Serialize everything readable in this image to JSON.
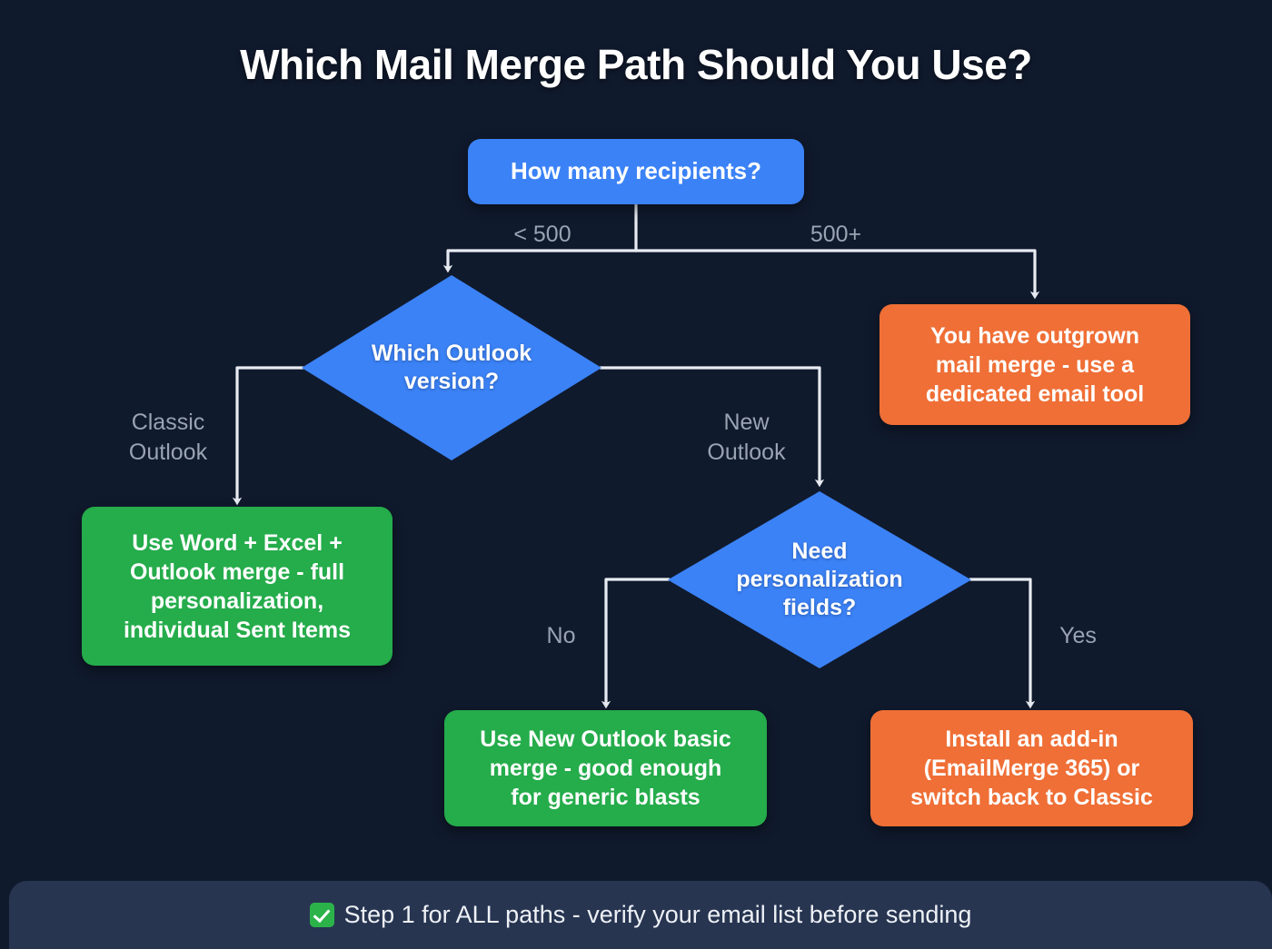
{
  "title": "Which Mail Merge Path Should You Use?",
  "colors": {
    "background": "#101a2d",
    "decision": "#3b82f6",
    "positive": "#25ac4b",
    "warning": "#ef6f36",
    "connector": "#e8ecf2",
    "edge_label": "#9aa3b2",
    "footer_band": "#273551"
  },
  "nodes": {
    "root": {
      "id": "how-many-recipients",
      "shape": "rounded-rect",
      "color": "#3b82f6",
      "text": "How many recipients?"
    },
    "decision_outlook_version": {
      "id": "which-outlook-version",
      "shape": "diamond",
      "color": "#3b82f6",
      "text": "Which Outlook\nversion?"
    },
    "outcome_outgrown": {
      "id": "outgrown-mail-merge",
      "shape": "rounded-rect",
      "color": "#ef6f36",
      "text": "You have outgrown\nmail merge - use a\ndedicated email tool"
    },
    "outcome_classic": {
      "id": "use-word-excel-outlook-merge",
      "shape": "rounded-rect",
      "color": "#25ac4b",
      "text": "Use Word + Excel +\nOutlook merge - full\npersonalization,\nindividual Sent Items"
    },
    "decision_personalization": {
      "id": "need-personalization-fields",
      "shape": "diamond",
      "color": "#3b82f6",
      "text": "Need\npersonalization\nfields?"
    },
    "outcome_basic_merge": {
      "id": "use-new-outlook-basic-merge",
      "shape": "rounded-rect",
      "color": "#25ac4b",
      "text": "Use New Outlook basic\nmerge - good enough\nfor generic blasts"
    },
    "outcome_addin": {
      "id": "install-add-in",
      "shape": "rounded-rect",
      "color": "#ef6f36",
      "text": "Install an add-in\n(EmailMerge 365) or\nswitch back to Classic"
    }
  },
  "edge_labels": {
    "under_500": "< 500",
    "over_500": "500+",
    "classic_outlook": "Classic\nOutlook",
    "new_outlook": "New\nOutlook",
    "no": "No",
    "yes": "Yes"
  },
  "footer": {
    "icon": "white-check-mark-icon",
    "text": "Step 1 for ALL paths - verify your email list before sending"
  }
}
